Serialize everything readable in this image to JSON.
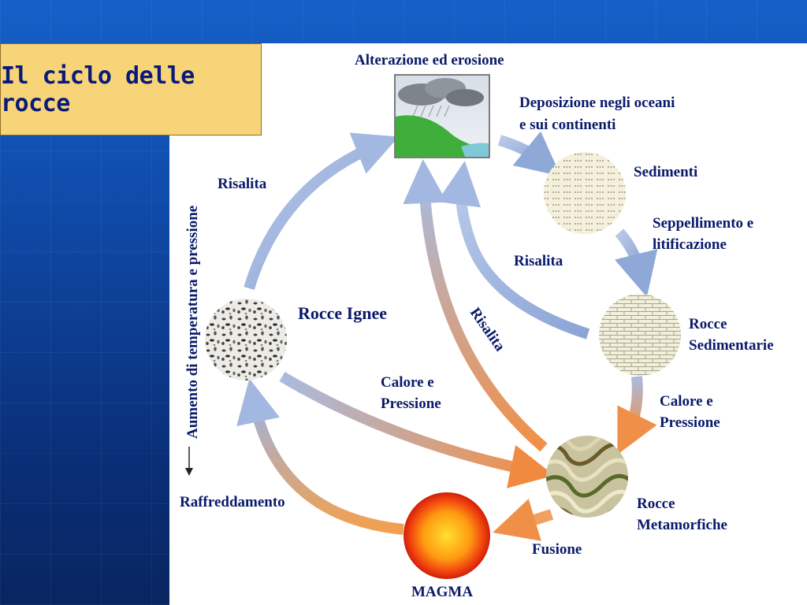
{
  "title": "Il ciclo delle rocce",
  "labels": {
    "weathering": "Alterazione ed erosione",
    "deposition_line1": "Deposizione negli oceani",
    "deposition_line2": "e sui continenti",
    "sediments": "Sedimenti",
    "burial_line1": "Seppellimento e",
    "burial_line2": "litificazione",
    "uplift_left": "Risalita",
    "uplift_middle": "Risalita",
    "uplift_diagonal": "Risalita",
    "igneous_rocks": "Rocce Ignee",
    "sedimentary_line1": "Rocce",
    "sedimentary_line2": "Sedimentarie",
    "heat_pressure_center_line1": "Calore e",
    "heat_pressure_center_line2": "Pressione",
    "heat_pressure_right_line1": "Calore e",
    "heat_pressure_right_line2": "Pressione",
    "cooling": "Raffreddamento",
    "metamorphic_line1": "Rocce",
    "metamorphic_line2": "Metamorfiche",
    "melting": "Fusione",
    "magma": "MAGMA",
    "side_axis": "Aumento di temperatura e pressione"
  },
  "colors": {
    "title_box": "#f8d478",
    "title_text": "#0a1a7a",
    "label_text": "#0a1a6a",
    "arrow_blue": "#9fb4dc",
    "arrow_orange": "#f0a860"
  }
}
